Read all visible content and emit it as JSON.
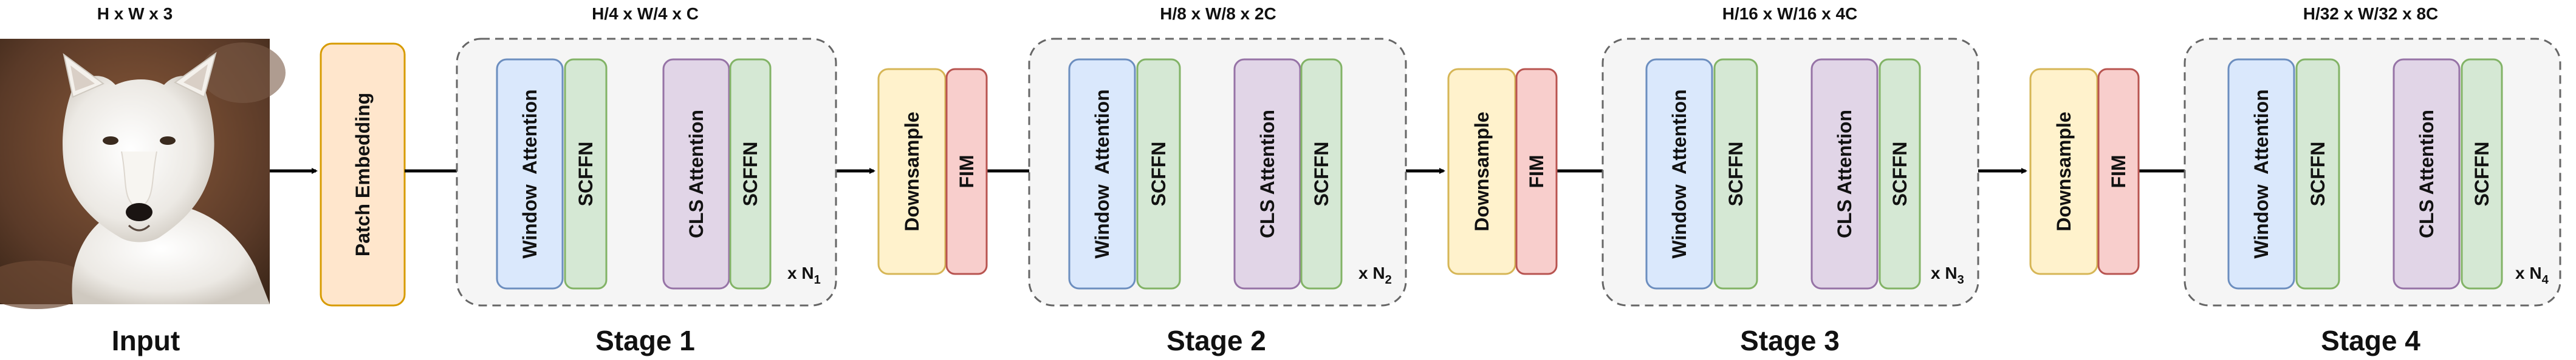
{
  "input": {
    "dim": "H x W x 3",
    "label": "Input"
  },
  "patch_embedding": {
    "label": "Patch Embedding"
  },
  "stages": [
    {
      "label": "Stage 1",
      "dim": "H/4 x W/4 x C",
      "blocks": [
        "Window  Attention",
        "SCFFN",
        "CLS Attention",
        "SCFFN"
      ],
      "repeat_prefix": "x N",
      "repeat_sub": "1"
    },
    {
      "label": "Stage 2",
      "dim": "H/8 x W/8 x 2C",
      "blocks": [
        "Window  Attention",
        "SCFFN",
        "CLS Attention",
        "SCFFN"
      ],
      "repeat_prefix": "x N",
      "repeat_sub": "2"
    },
    {
      "label": "Stage 3",
      "dim": "H/16 x W/16 x 4C",
      "blocks": [
        "Window  Attention",
        "SCFFN",
        "CLS Attention",
        "SCFFN"
      ],
      "repeat_prefix": "x N",
      "repeat_sub": "3"
    },
    {
      "label": "Stage 4",
      "dim": "H/32 x W/32 x 8C",
      "blocks": [
        "Window  Attention",
        "SCFFN",
        "CLS Attention",
        "SCFFN"
      ],
      "repeat_prefix": "x N",
      "repeat_sub": "4"
    }
  ],
  "transitions": [
    {
      "downsample": "Downsample",
      "fim": "FIM"
    },
    {
      "downsample": "Downsample",
      "fim": "FIM"
    },
    {
      "downsample": "Downsample",
      "fim": "FIM"
    }
  ],
  "colors": {
    "patch_fill": "#ffe6cc",
    "patch_stroke": "#d79b00",
    "window_fill": "#dae8fc",
    "window_stroke": "#6c8ebf",
    "scffn_fill": "#d5e8d4",
    "scffn_stroke": "#82b366",
    "cls_fill": "#e1d5e7",
    "cls_stroke": "#9673a6",
    "down_fill": "#fff2cc",
    "down_stroke": "#d6b656",
    "fim_fill": "#f8cecc",
    "fim_stroke": "#b85450",
    "stage_fill": "#f5f5f5",
    "stage_stroke": "#666666"
  },
  "icons": {
    "input_image": "white-wolf-photo-icon"
  }
}
